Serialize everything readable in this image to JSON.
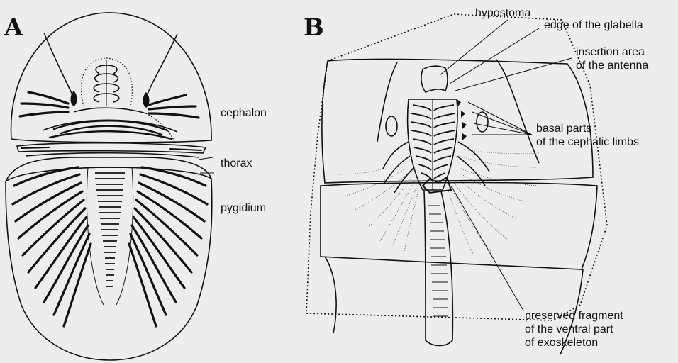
{
  "panels": {
    "a_letter": "A",
    "b_letter": "B"
  },
  "panel_a": {
    "cephalon": "cephalon",
    "thorax": "thorax",
    "pygidium": "pygidium"
  },
  "panel_b": {
    "hypostoma": "hypostoma",
    "edge_glabella": "edge of the glabella",
    "insertion_1": "insertion area",
    "insertion_2": "of the antenna",
    "basal_1": "basal parts",
    "basal_2": "of the cephalic limbs",
    "preserved_1": "preserved fragment",
    "preserved_2": "of the ventral part",
    "preserved_3": "of exoskeleton"
  }
}
